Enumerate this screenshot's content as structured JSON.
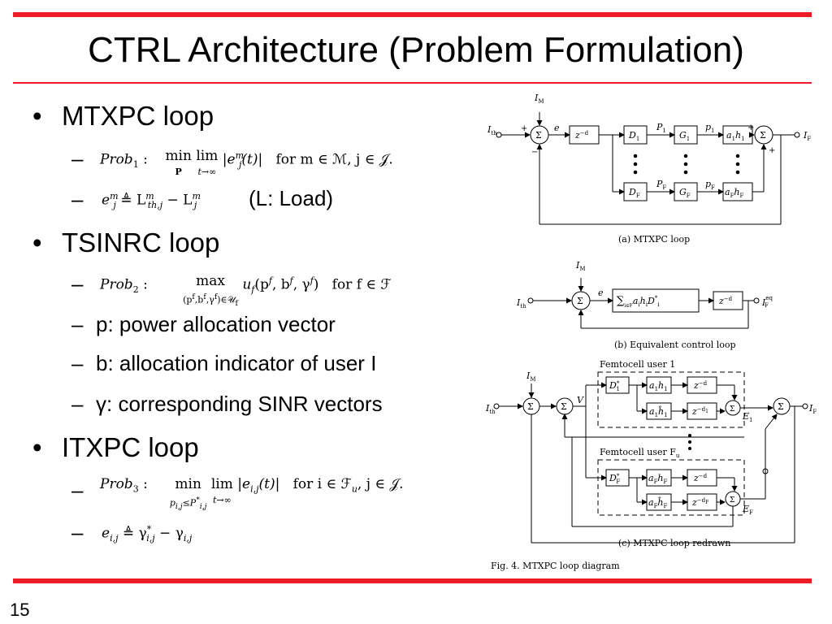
{
  "slide": {
    "title": "CTRL Architecture (Problem Formulation)",
    "page_number": "15",
    "colors": {
      "accent": "#ee1c24"
    }
  },
  "bullets": [
    {
      "label": "MTXPC loop"
    },
    {
      "label": "TSINRC loop"
    },
    {
      "label": "ITXPC loop"
    }
  ],
  "sub_bullets": {
    "load_note": "(L: Load)",
    "p_def": "p: power allocation vector",
    "b_def": "b: allocation indicator of user I",
    "gamma_def": "γ: corresponding SINR vectors"
  },
  "math": {
    "prob1": {
      "lhs": "Prob",
      "sub": "1",
      "op": "min",
      "op_sub": "P",
      "lim": "lim",
      "lim_sub": "t→∞",
      "body": "|e",
      "body_sup": "m",
      "body_sub": "j",
      "body_tail": "(t)|",
      "cond": "for m ∈ ℳ, j ∈ 𝒥."
    },
    "err1": {
      "text": "e",
      "sup": "m",
      "sub": "j",
      "rest": " ≜ L",
      "rest_sup": "m",
      "rest_sub": "th,j",
      "tail": " − L",
      "tail_sup": "m",
      "tail_sub": "j"
    },
    "prob2": {
      "lhs": "Prob",
      "sub": "2",
      "op": "max",
      "op_sub": "(p",
      "op_sub2": "f",
      "op_sub3": ",b",
      "op_sub4": "f",
      "op_sub5": ",γ",
      "op_sub6": "f",
      "op_sub7": ")∈𝒰",
      "op_sub8": "f",
      "body": "u",
      "body_sub": "f",
      "args": "(p",
      "args_sup1": "f",
      "args2": ", b",
      "args_sup2": "f",
      "args3": ", γ",
      "args_sup3": "f",
      "args4": ")",
      "cond": "for f ∈ ℱ"
    },
    "prob3": {
      "lhs": "Prob",
      "sub": "3",
      "op": "min",
      "op_sub": "p",
      "op_sub_i": "i,j",
      "op_sub2": "≤P",
      "op_sub_sup": "*",
      "op_sub_i2": "i,j",
      "lim": "lim",
      "lim_sub": "t→∞",
      "body": "|e",
      "body_sub": "i,j",
      "body_tail": "(t)|",
      "cond": "for i ∈ ℱ",
      "cond_sub": "u",
      "cond_tail": ", j ∈ 𝒥."
    },
    "err3": {
      "text": "e",
      "sub": "i,j",
      "rest": " ≜ γ",
      "rest_sup": "*",
      "rest_sub": "i,j",
      "tail": " − γ",
      "tail_sub": "i,j"
    }
  },
  "figure": {
    "panel_a": {
      "caption": "(a)  MTXPC loop",
      "input": "I",
      "input_sub": "th",
      "disturb": "I",
      "disturb_sub": "M",
      "error": "e",
      "delay": "z",
      "delay_sup": "−d",
      "blocks_top": [
        "D",
        "G",
        "a",
        "Σ"
      ],
      "D1": "D",
      "D1_sub": "1",
      "P1": "P",
      "P1_sub": "1",
      "G1": "G",
      "G1_sub": "1",
      "p1": "p",
      "p1_sub": "1",
      "ah1": "a",
      "ah1_sub": "1",
      "ah1_mid": "h",
      "ah1_sub2": "1",
      "DF": "D",
      "DF_sub": "F",
      "PF": "P",
      "PF_sub": "F",
      "GF": "G",
      "GF_sub": "F",
      "pF": "p",
      "pF_sub": "F",
      "ahF": "a",
      "ahF_sub": "F",
      "ahF_mid": "h",
      "ahF_sub2": "F",
      "output": "I",
      "output_sub": "F",
      "sigma": "Σ",
      "plus": "+",
      "minus": "−"
    },
    "panel_b": {
      "caption": "(b)  Equivalent control loop",
      "input": "I",
      "input_sub": "th",
      "disturb": "I",
      "disturb_sub": "M",
      "error": "e",
      "block_sum": "∑",
      "block_sum_sub": "i∈F",
      "block_body": "a",
      "block_body_sub": "i",
      "block_body_mid": "h",
      "block_body_sub2": "i",
      "block_body_end": "D",
      "block_body_sup": "*",
      "block_body_sub3": "i",
      "delay": "z",
      "delay_sup": "−d",
      "output": "I",
      "output_sup": "eq",
      "output_sub": "F",
      "sigma": "Σ"
    },
    "panel_c": {
      "caption": "(c)  MTXPC loop redrawn",
      "user1_label": "Femtocell user 1",
      "userF_label": "Femtocell user F",
      "userF_sub": "u",
      "input": "I",
      "input_sub": "th",
      "disturb": "I",
      "disturb_sub": "M",
      "V": "V",
      "D1": "D",
      "D1_sup": "*",
      "D1_sub": "1",
      "a1h1": "a",
      "a1h1_sub": "1",
      "a1h1_mid": "h",
      "a1h1_sub2": "1",
      "a1h1hat": "a",
      "a1h1hat_sub": "1",
      "a1h1hat_mid": "ĥ",
      "a1h1hat_sub2": "1",
      "delay": "z",
      "delay_sup": "−d",
      "delay1": "z",
      "delay1_sup": "−d",
      "delay1_sub": "1",
      "E1": "E",
      "E1_sub": "1",
      "DF": "D",
      "DF_sup": "*",
      "DF_sub": "F",
      "aFhF": "a",
      "aFhF_sub": "F",
      "aFhF_mid": "h",
      "aFhF_sub2": "F",
      "aFhFhat": "a",
      "aFhFhat_sub": "F",
      "aFhFhat_mid": "ĥ",
      "aFhFhat_sub2": "F",
      "delayF": "z",
      "delayF_sup": "−d",
      "delayF2": "z",
      "delayF2_sup": "−d",
      "delayF2_sub": "F",
      "EF": "E",
      "EF_sub": "F",
      "output": "I",
      "output_sub": "F",
      "sigma": "Σ"
    },
    "caption": "Fig. 4.    MTXPC loop diagram"
  }
}
